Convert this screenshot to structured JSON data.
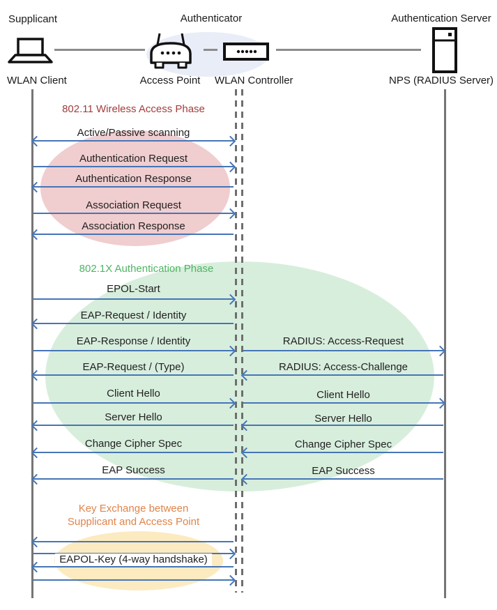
{
  "actors": {
    "supplicant": {
      "role": "Supplicant",
      "device": "WLAN Client"
    },
    "authenticator": {
      "role": "Authenticator",
      "access_point": "Access Point",
      "wlan_controller": "WLAN Controller"
    },
    "authentication_server": {
      "role": "Authentication Server",
      "device": "NPS (RADIUS Server)"
    }
  },
  "phases": [
    {
      "title": "802.11 Wireless Access Phase",
      "text_color": "#A33C3C",
      "ellipse_color": "#F0CDCF"
    },
    {
      "title": "802.1X Authentication Phase",
      "text_color": "#4EB463",
      "ellipse_color": "#D8EEDD"
    },
    {
      "title_line1": "Key Exchange between",
      "title_line2": "Supplicant and Access Point",
      "text_color": "#E08449",
      "ellipse_color": "#FCEBC1"
    }
  ],
  "colors": {
    "arrow": "#4575B6",
    "lifeline": "#757575",
    "authenticator_ellipse": "#E9EDF8"
  },
  "messages": [
    {
      "label": "Active/Passive scanning",
      "from": "WLAN Client",
      "to": "WLAN Controller",
      "direction": "both"
    },
    {
      "label": "Authentication Request",
      "from": "WLAN Client",
      "to": "WLAN Controller",
      "direction": "right"
    },
    {
      "label": "Authentication Response",
      "from": "WLAN Controller",
      "to": "WLAN Client",
      "direction": "left"
    },
    {
      "label": "Association Request",
      "from": "WLAN Client",
      "to": "WLAN Controller",
      "direction": "right"
    },
    {
      "label": "Association Response",
      "from": "WLAN Controller",
      "to": "WLAN Client",
      "direction": "left"
    },
    {
      "label": "EPOL-Start",
      "from": "WLAN Client",
      "to": "WLAN Controller",
      "direction": "right"
    },
    {
      "label": "EAP-Request / Identity",
      "from": "WLAN Controller",
      "to": "WLAN Client",
      "direction": "left"
    },
    {
      "label": "EAP-Response / Identity",
      "from": "WLAN Client",
      "to": "WLAN Controller",
      "direction": "right"
    },
    {
      "label": "RADIUS: Access-Request",
      "from": "WLAN Controller",
      "to": "NPS (RADIUS Server)",
      "direction": "right"
    },
    {
      "label": "EAP-Request / (Type)",
      "from": "WLAN Controller",
      "to": "WLAN Client",
      "direction": "left"
    },
    {
      "label": "RADIUS: Access-Challenge",
      "from": "NPS (RADIUS Server)",
      "to": "WLAN Controller",
      "direction": "left"
    },
    {
      "label": "Client Hello",
      "from": "WLAN Client",
      "to": "WLAN Controller",
      "direction": "right"
    },
    {
      "label": "Client Hello",
      "from": "WLAN Controller",
      "to": "NPS (RADIUS Server)",
      "direction": "right"
    },
    {
      "label": "Server Hello",
      "from": "WLAN Controller",
      "to": "WLAN Client",
      "direction": "left"
    },
    {
      "label": "Server Hello",
      "from": "NPS (RADIUS Server)",
      "to": "WLAN Controller",
      "direction": "left"
    },
    {
      "label": "Change Cipher Spec",
      "from": "WLAN Controller",
      "to": "WLAN Client",
      "direction": "left"
    },
    {
      "label": "Change Cipher Spec",
      "from": "NPS (RADIUS Server)",
      "to": "WLAN Controller",
      "direction": "left"
    },
    {
      "label": "EAP Success",
      "from": "WLAN Controller",
      "to": "WLAN Client",
      "direction": "left"
    },
    {
      "label": "EAP Success",
      "from": "NPS (RADIUS Server)",
      "to": "WLAN Controller",
      "direction": "left"
    },
    {
      "label": "",
      "from": "WLAN Controller",
      "to": "WLAN Client",
      "direction": "left"
    },
    {
      "label": "",
      "from": "WLAN Client",
      "to": "WLAN Controller",
      "direction": "right"
    },
    {
      "label": "EAPOL-Key (4-way handshake)",
      "from": "WLAN Controller",
      "to": "WLAN Client",
      "direction": "left"
    },
    {
      "label": "",
      "from": "WLAN Client",
      "to": "WLAN Controller",
      "direction": "right"
    }
  ]
}
